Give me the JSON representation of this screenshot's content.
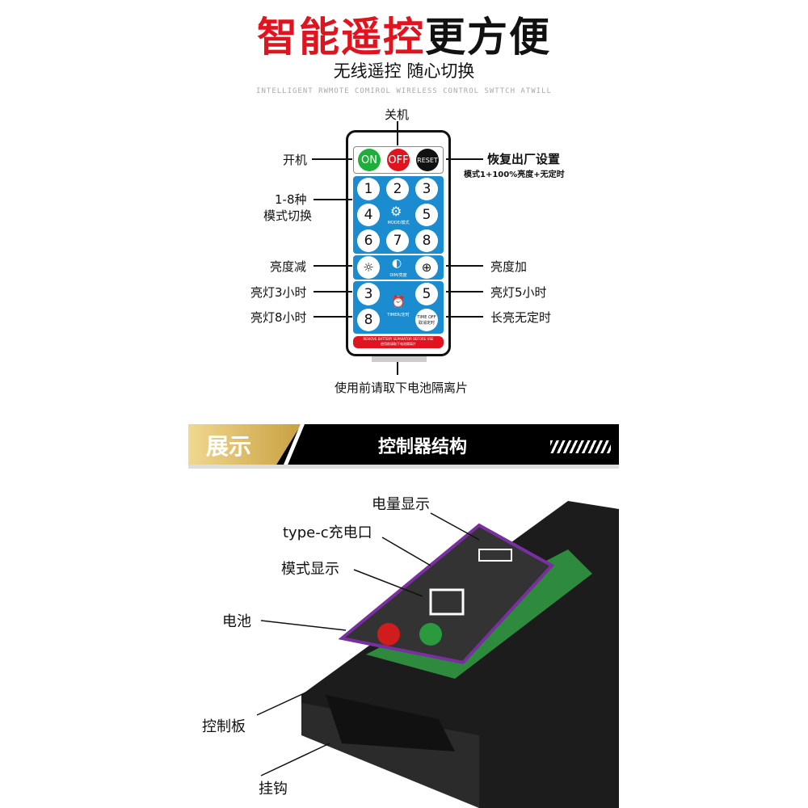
{
  "title": {
    "red": "智能遥控",
    "black": "更方便"
  },
  "subtitle": "无线遥控  随心切换",
  "english": "INTELLIGENT RWMOTE COMIROL WIRELESS CONTROL SWTTCH ATWILL",
  "remote": {
    "top_buttons": [
      "ON",
      "OFF",
      "RESET"
    ],
    "mode_buttons": [
      "1",
      "2",
      "3",
      "4",
      "5",
      "6",
      "7",
      "8"
    ],
    "mode_label": "MODE/模式",
    "dim_label": "DIM/亮度",
    "timer_buttons": [
      "3",
      "5",
      "8"
    ],
    "timer_off": [
      "TIME OFF",
      "取消定时"
    ],
    "timer_label": "TIMER/定时",
    "warning": [
      "REMOVE BATTERY SEPARATOR BEFORE USE",
      "使用前请取下电池隔离片"
    ]
  },
  "labels": {
    "off": "关机",
    "on": "开机",
    "reset": "恢复出厂设置",
    "reset_note": "模式1+100%亮度+无定时",
    "modes": "1-8种",
    "modes2": "模式切换",
    "dim_down": "亮度减",
    "dim_up": "亮度加",
    "t3": "亮灯3小时",
    "t5": "亮灯5小时",
    "t8": "亮灯8小时",
    "always": "长亮无定时",
    "separator": "使用前请取下电池隔离片"
  },
  "banner": {
    "left": "展示",
    "center": "控制器结构"
  },
  "parts": {
    "battery_level": "电量显示",
    "typec": "type-c充电口",
    "mode_display": "模式显示",
    "battery": "电池",
    "board": "控制板",
    "hook": "挂钩"
  },
  "colors": {
    "red": "#e0141e",
    "blue": "#1b8ccf",
    "green": "#1fae3c",
    "gold": "#c9a040"
  }
}
